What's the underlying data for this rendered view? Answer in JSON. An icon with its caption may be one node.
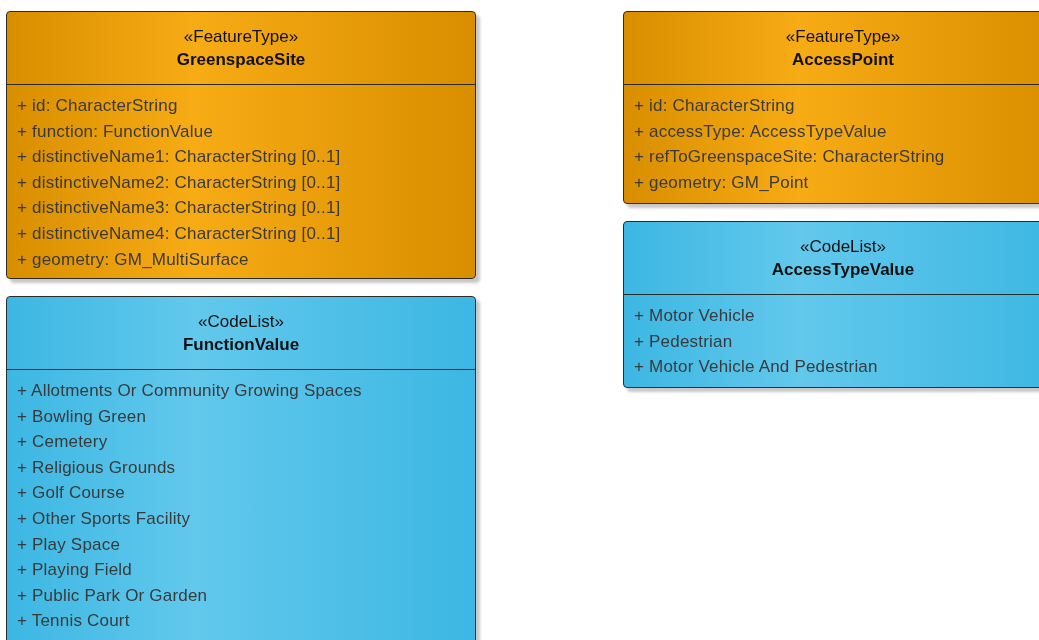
{
  "diagram": {
    "nodes": [
      {
        "text": [
          "«FeatureType»",
          "GreenspaceSite",
          "+ id: CharacterString",
          "+ function: FunctionValue",
          "+ distinctiveName1: CharacterString [0..1]",
          "+ distinctiveName2: CharacterString [0..1]",
          "+ distinctiveName3: CharacterString [0..1]",
          "+ distinctiveName4: CharacterString [0..1]",
          "+ geometry: GM_MultiSurface"
        ]
      },
      {
        "text": [
          "«FeatureType»",
          "AccessPoint",
          "+ id: CharacterString",
          "+ accessType: AccessTypeValue",
          "+ refToGreenspaceSite: CharacterString",
          "+ geometry: GM_Point"
        ]
      },
      {
        "text": [
          "«CodeList»",
          "FunctionValue",
          "+ Allotments Or Community Growing Spaces",
          "+ Bowling Green",
          "+ Cemetery",
          "+ Religious Grounds",
          "+ Golf Course",
          "+ Other Sports Facility",
          "+ Play Space",
          "+ Playing Field",
          "+ Public Park Or Garden",
          "+ Tennis Court"
        ]
      },
      {
        "text": [
          "«CodeList»",
          "AccessTypeValue",
          "+ Motor Vehicle",
          "+ Pedestrian",
          "+ Motor Vehicle And Pedestrian"
        ]
      }
    ]
  }
}
